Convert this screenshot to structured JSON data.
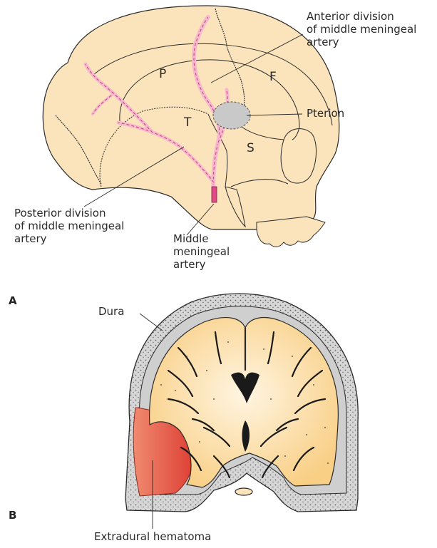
{
  "panels": {
    "a": "A",
    "b": "B"
  },
  "skull_regions": {
    "parietal": "P",
    "frontal": "F",
    "temporal": "T",
    "sphenoid": "S"
  },
  "labels": {
    "anterior_division": [
      "Anterior division",
      "of middle meningeal",
      "artery"
    ],
    "pterion": "Pterion",
    "posterior_division": [
      "Posterior division",
      "of middle meningeal",
      "artery"
    ],
    "middle_meningeal": [
      "Middle",
      "meningeal",
      "artery"
    ],
    "dura": "Dura",
    "extradural_hematoma": "Extradural hematoma"
  },
  "colors": {
    "bone": "#fbe3bb",
    "outline": "#2a2a2a",
    "artery": "#f6b7cf",
    "artery_dash": "#c2416e",
    "pterion_fill": "#c9c9c9",
    "dura_fill": "#cfcfcf",
    "brain_fill": "#fbd99a",
    "hematoma": "#e85a4a"
  }
}
